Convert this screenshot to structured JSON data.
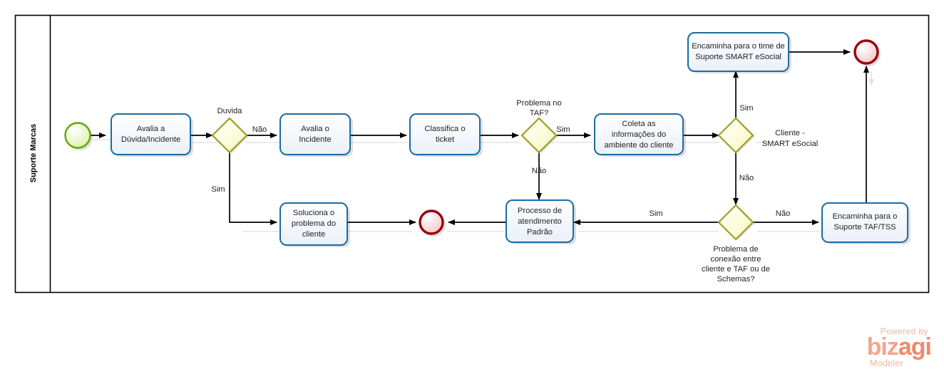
{
  "diagram": {
    "type": "bpmn-process",
    "pool": {
      "lane_label": "Suporte Marcas"
    },
    "colors": {
      "task_border": "#1a6ca4",
      "task_fill_top": "#ffffff",
      "task_fill_bottom": "#eef3fa",
      "gateway_border": "#9f9f24",
      "gateway_fill": "#fbfbdc",
      "start_border": "#5fa800",
      "start_fill": "#eaf7c4",
      "end_border": "#990011",
      "end_fill": "#f7dcdc",
      "flow_line": "#000000",
      "pool_border": "#000000",
      "watermark": "#f3a58c"
    },
    "tasks": [
      {
        "id": "t1",
        "label_lines": [
          "Avalia a",
          "Dúvida/Incidente"
        ]
      },
      {
        "id": "t2",
        "label_lines": [
          "Avalia o",
          "Incidente"
        ]
      },
      {
        "id": "t3",
        "label_lines": [
          "Classifica o",
          "ticket"
        ]
      },
      {
        "id": "t4",
        "label_lines": [
          "Coleta as",
          "informações do",
          "ambiente do cliente"
        ]
      },
      {
        "id": "t5",
        "label_lines": [
          "Encaminha para o time de",
          "Suporte SMART eSocial"
        ]
      },
      {
        "id": "t6",
        "label_lines": [
          "Soluciona o",
          "problema do",
          "cliente"
        ]
      },
      {
        "id": "t7",
        "label_lines": [
          "Processo de",
          "atendimento",
          "Padrão"
        ]
      },
      {
        "id": "t8",
        "label_lines": [
          "Encaminha para o",
          "Suporte TAF/TSS"
        ]
      }
    ],
    "gateways": [
      {
        "id": "g1",
        "label_lines": [
          "Duvida"
        ]
      },
      {
        "id": "g2",
        "label_lines": [
          "Problema no",
          "TAF?"
        ]
      },
      {
        "id": "g3",
        "label_lines": [
          "Cliente -",
          "SMART eSocial"
        ]
      },
      {
        "id": "g4",
        "label_lines": [
          "Problema de",
          "conexão entre",
          "cliente e TAF ou de",
          "Schemas?"
        ]
      }
    ],
    "events": [
      {
        "id": "start1",
        "kind": "start"
      },
      {
        "id": "end1",
        "kind": "end"
      },
      {
        "id": "end2",
        "kind": "end"
      }
    ],
    "flow_labels": [
      {
        "id": "f1",
        "text": "Não"
      },
      {
        "id": "f2",
        "text": "Sim"
      },
      {
        "id": "f3",
        "text": "Sim"
      },
      {
        "id": "f4",
        "text": "Não"
      },
      {
        "id": "f5",
        "text": "Sim"
      },
      {
        "id": "f6",
        "text": "Não"
      },
      {
        "id": "f7",
        "text": "Sim"
      },
      {
        "id": "f8",
        "text": "Não"
      }
    ]
  },
  "watermark": {
    "powered_by": "Powered by",
    "brand_a": "biz",
    "brand_b": "agi",
    "product": "Modeler"
  }
}
